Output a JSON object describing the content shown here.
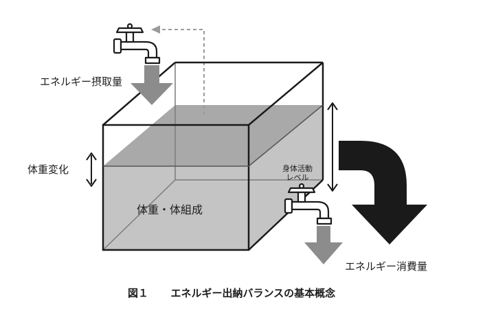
{
  "labels": {
    "intake": "エネルギー摂取量",
    "weight_change": "体重変化",
    "body": "体重・体組成",
    "activity_line1": "身体活動",
    "activity_line2": "レベル",
    "expenditure": "エネルギー消費量"
  },
  "caption": {
    "figure_no": "図１",
    "title": "エネルギー出納バランスの基本概念"
  },
  "colors": {
    "water": "#c4c4c4",
    "water_top": "#a9a9a9",
    "outline": "#1a1a1a",
    "gray_arrow": "#8c8c8c",
    "black_arrow": "#1a1a1a",
    "dashed": "#9a9a9a"
  },
  "icons": [
    "faucet-icon",
    "faucet-icon",
    "down-arrow-icon",
    "double-arrow-icon"
  ]
}
